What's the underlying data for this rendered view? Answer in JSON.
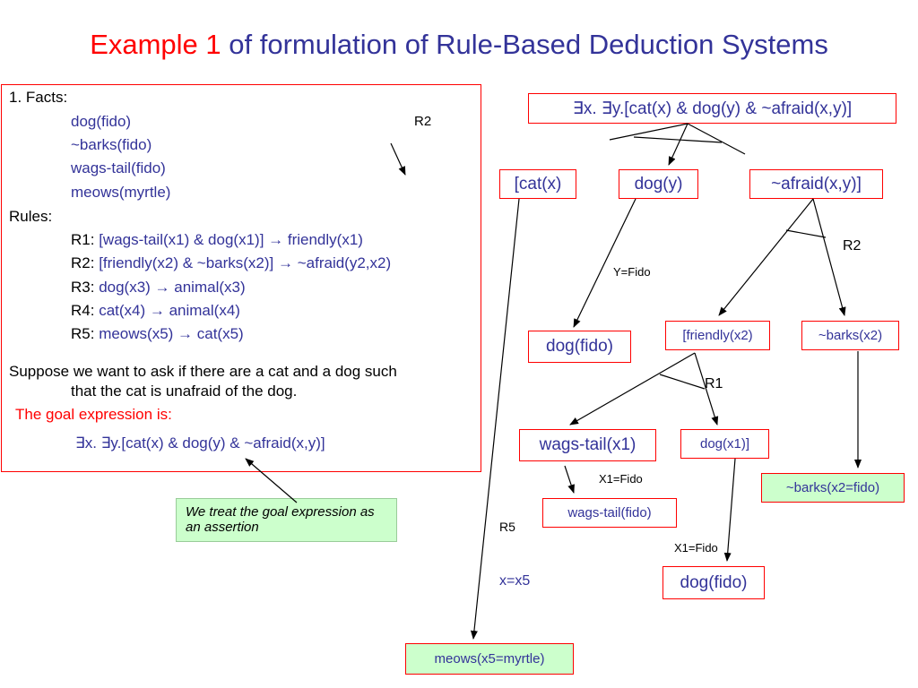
{
  "title": {
    "part1": "Example 1",
    "part2": " of formulation of Rule-Based Deduction Systems"
  },
  "facts_panel": {
    "facts_header": "1. Facts:",
    "facts": [
      "dog(fido)",
      "~barks(fido)",
      "wags-tail(fido)",
      "meows(myrtle)"
    ],
    "rules_header": "Rules:",
    "rules": [
      {
        "label": "R1: ",
        "body": "[wags-tail(x1) & dog(x1)] → friendly(x1)"
      },
      {
        "label": "R2: ",
        "body": "[friendly(x2) & ~barks(x2)] → ~afraid(y2,x2)"
      },
      {
        "label": "R3: ",
        "body": "dog(x3) → animal(x3)"
      },
      {
        "label": "R4: ",
        "body": "cat(x4) → animal(x4)"
      },
      {
        "label": "R5: ",
        "body": "meows(x5) → cat(x5)"
      }
    ],
    "suppose_line1": "Suppose we want to ask if there are a cat and a dog such",
    "suppose_line2": "that the cat is unafraid of the dog.",
    "goal_label": "The goal expression is:",
    "goal_expr": "∃x. ∃y.[cat(x) & dog(y) & ~afraid(x,y)]",
    "r2_label": "R2"
  },
  "note": "We treat the goal expression as an assertion",
  "tree": {
    "root": "∃x. ∃y.[cat(x) & dog(y) & ~afraid(x,y)]",
    "cat": "[cat(x)",
    "dog": "dog(y)",
    "afraid": "~afraid(x,y)]",
    "dog_fido": "dog(fido)",
    "friendly": "[friendly(x2)",
    "barks": "~barks(x2)",
    "wags": "wags-tail(x1)",
    "dogx1": "dog(x1)]",
    "wags_fido": "wags-tail(fido)",
    "dog_fido2": "dog(fido)",
    "barks_fido": "~barks(x2=fido)",
    "meows": "meows(x5=myrtle)",
    "lbl_r2": "R2",
    "lbl_r1": "R1",
    "lbl_r5": "R5",
    "lbl_yfido": "Y=Fido",
    "lbl_x1fido_a": "X1=Fido",
    "lbl_x1fido_b": "X1=Fido",
    "lbl_xx5": "x=x5"
  }
}
